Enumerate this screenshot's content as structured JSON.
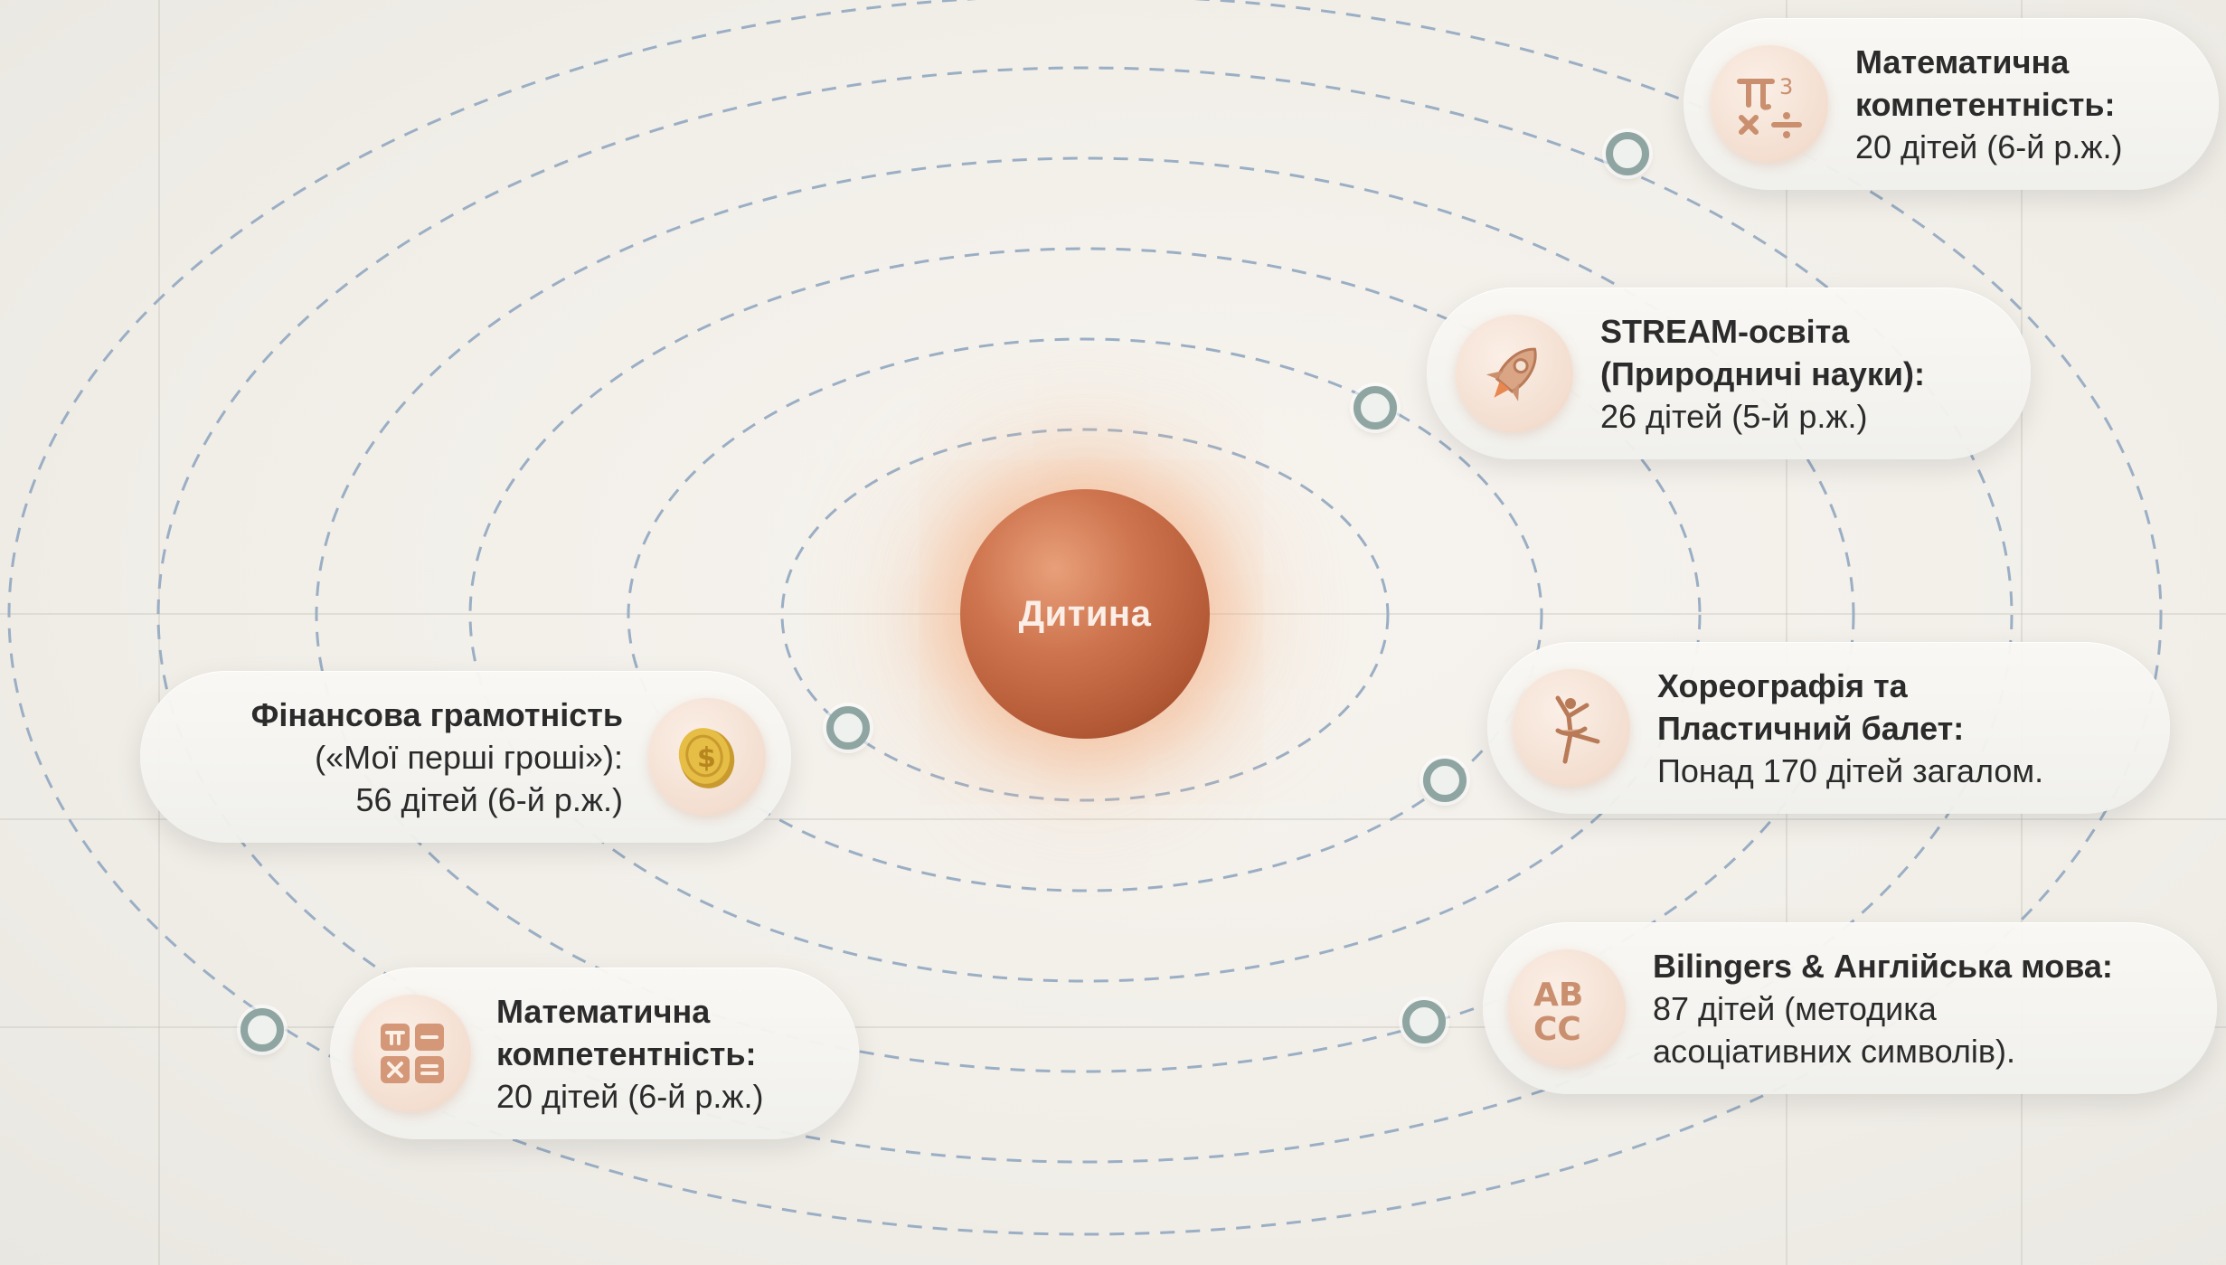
{
  "center": {
    "label": "Дитина"
  },
  "cards": [
    {
      "id": "math-top",
      "icon": "math-symbols-icon",
      "title_lines": [
        "Математична",
        "компетентність:"
      ],
      "detail_lines": [
        "20 дітей (6-й р.ж.)"
      ]
    },
    {
      "id": "stream",
      "icon": "rocket-icon",
      "title_lines": [
        "STREAM-освіта",
        "(Природничі науки):"
      ],
      "detail_lines": [
        "26 дітей (5-й р.ж.)"
      ]
    },
    {
      "id": "finance",
      "icon": "coin-icon",
      "title_lines": [
        "Фінансова грамотність"
      ],
      "detail_lines": [
        "(«Мої перші гроші»):",
        "56 дітей (6-й р.ж.)"
      ]
    },
    {
      "id": "choreo",
      "icon": "ballerina-icon",
      "title_lines": [
        "Хореографія та",
        "Пластичний балет:"
      ],
      "detail_lines": [
        "Понад 170 дітей загалом."
      ]
    },
    {
      "id": "math-bottom",
      "icon": "calculator-icon",
      "title_lines": [
        "Математична",
        "компетентність:"
      ],
      "detail_lines": [
        "20 дітей (6-й р.ж.)"
      ]
    },
    {
      "id": "english",
      "icon": "abc-letters-icon",
      "title_lines": [
        "Bilingers & Англійська мова:"
      ],
      "detail_lines": [
        "87 дітей (методика",
        "асоціативних символів)."
      ]
    }
  ],
  "colors": {
    "planet": "#c96b45",
    "node_ring": "#8fa5a2",
    "orbit": "#9aaec4",
    "icon": "#c98f6e"
  }
}
